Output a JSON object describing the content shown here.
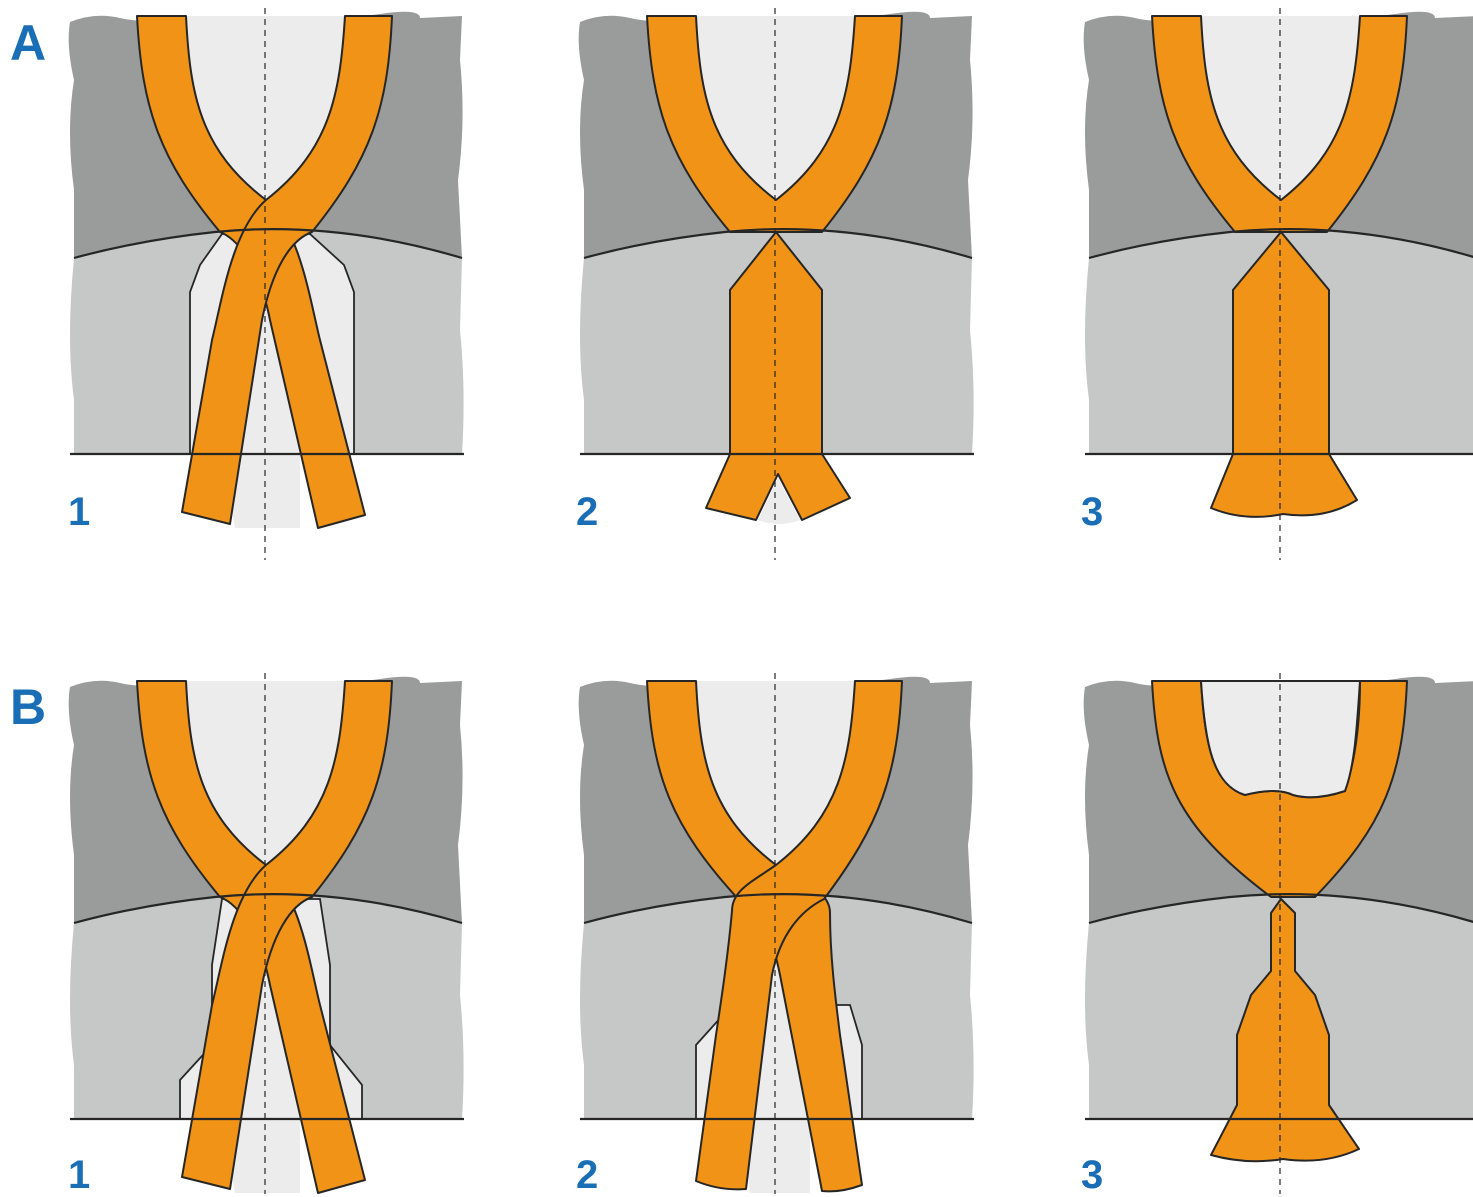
{
  "colors": {
    "label": "#1a6eb5",
    "upper_part": "#9a9b9b",
    "lower_part": "#c6c7c7",
    "cavity": "#ececec",
    "material": "#f19317",
    "outline": "#262626"
  },
  "rows": [
    {
      "label": "A",
      "panels": [
        {
          "label": "1",
          "state": "crossed-separate"
        },
        {
          "label": "2",
          "state": "joined-forked-tip"
        },
        {
          "label": "3",
          "state": "joined-flared-tip"
        }
      ]
    },
    {
      "label": "B",
      "panels": [
        {
          "label": "1",
          "state": "crossed-separate"
        },
        {
          "label": "2",
          "state": "crossed-bulged"
        },
        {
          "label": "3",
          "state": "filled-narrow-stem"
        }
      ]
    }
  ]
}
